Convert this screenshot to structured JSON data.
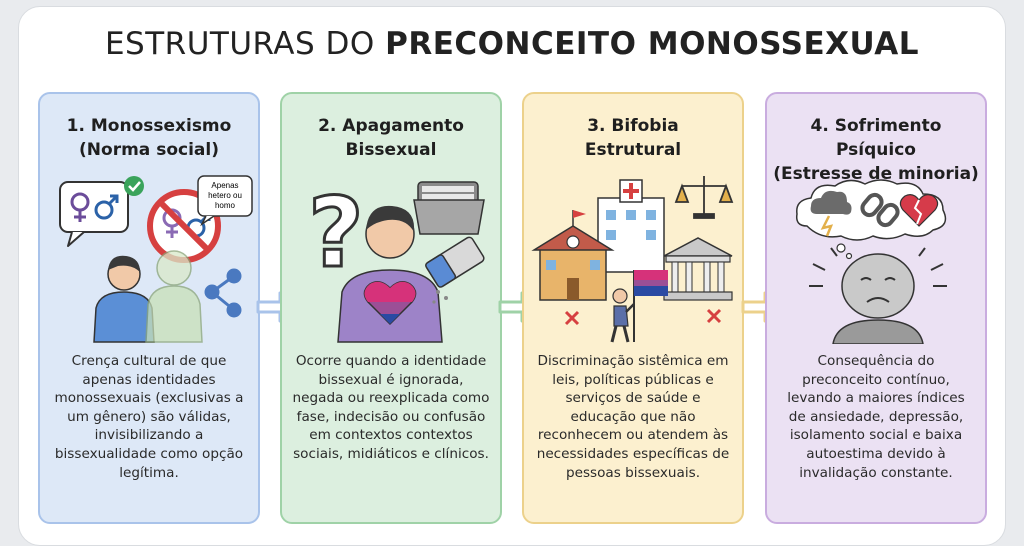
{
  "title": {
    "normal": "ESTRUTURAS DO ",
    "bold": "PRECONCEITO MONOSSEXUAL"
  },
  "cards": [
    {
      "title_line1": "1. Monossexismo",
      "title_line2": "(Norma social)",
      "sign_text": [
        "Apenas",
        "hetero ou",
        "homo"
      ],
      "body": "Crença cultural de que apenas identidades monossexuais (exclusivas a um gênero) são válidas, invisibilizando a bissexualidade como opção legítima."
    },
    {
      "title_line1": "2. Apagamento",
      "title_line2": "Bissexual",
      "body": "Ocorre quando a identidade bissexual é ignorada, negada ou reexplicada como fase, indecisão ou confusão em contextos contextos sociais, midiáticos e clínicos."
    },
    {
      "title_line1": "3. Bifobia",
      "title_line2": "Estrutural",
      "body": "Discriminação sistêmica em leis, políticas públicas e serviços de saúde e educação que não reconhecem ou atendem às necessidades específicas de pessoas bissexuais."
    },
    {
      "title_line1": "4. Sofrimento Psíquico",
      "title_line2": "(Estresse de minoria)",
      "body": "Consequência do preconceito contínuo, levando a maiores índices de ansiedade, depressão, isolamento social e baixa autoestima devido à invalidação constante."
    }
  ],
  "colors": {
    "blue": "#a9c3ea",
    "green": "#9fd2a7",
    "yellow": "#ecd18b",
    "purple": "#c9acdf",
    "bi_pink": "#d6327a",
    "bi_purple": "#9b4f96",
    "bi_blue": "#2a4aa3"
  }
}
